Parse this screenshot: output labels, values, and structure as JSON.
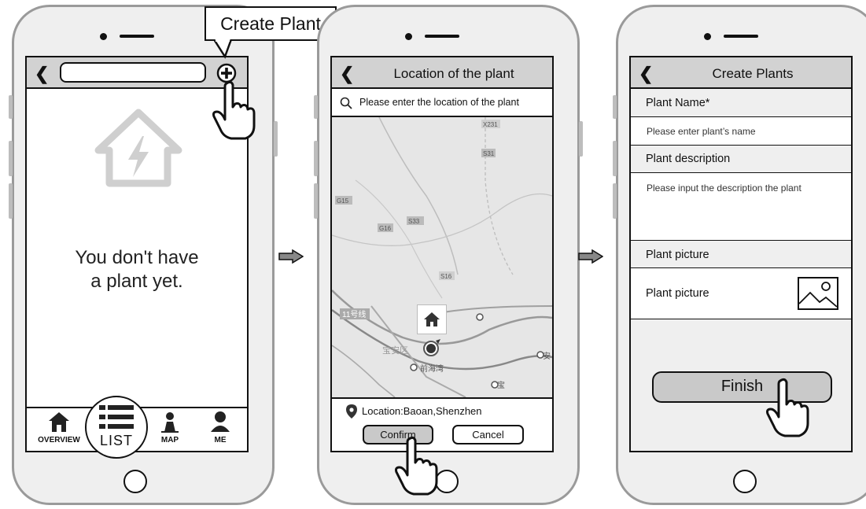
{
  "screen1": {
    "callout": "Create Plant",
    "empty_message_line1": "You don't have",
    "empty_message_line2": "a plant yet.",
    "tabs": [
      {
        "label": "OVERVIEW"
      },
      {
        "label": "LIST"
      },
      {
        "label": "MAP"
      },
      {
        "label": "ME"
      }
    ]
  },
  "screen2": {
    "title": "Location of the plant",
    "search_placeholder": "Please enter the location of the plant",
    "location_text": "Location:Baoan,Shenzhen",
    "confirm_label": "Confirm",
    "cancel_label": "Cancel",
    "map_labels": [
      "X231",
      "S31",
      "G15",
      "S33",
      "G16",
      "S16",
      "11号线",
      "宝安区",
      "前海湾",
      "安",
      "宝"
    ]
  },
  "screen3": {
    "title": "Create Plants",
    "name_label": "Plant Name*",
    "name_placeholder": "Please enter plant’s name",
    "description_label": "Plant description",
    "description_placeholder": "Please input the description the plant",
    "picture_section_label": "Plant picture",
    "picture_field_label": "Plant picture",
    "finish_label": "Finish"
  },
  "colors": {
    "phone_body": "#efefef",
    "phone_border": "#9a9a9a",
    "bar_gray": "#d2d2d2",
    "map_bg": "#e6e6e6"
  }
}
